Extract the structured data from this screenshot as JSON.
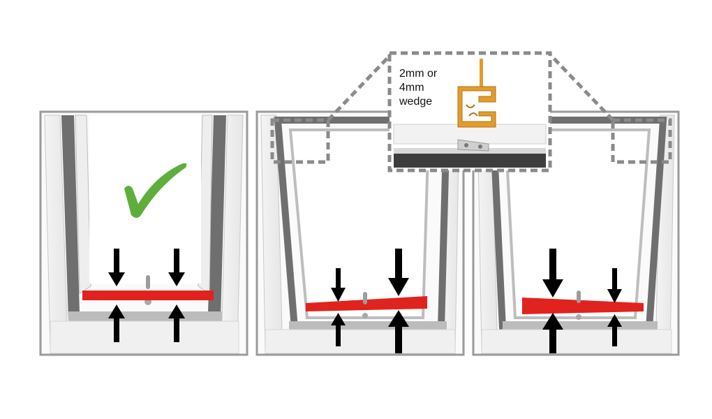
{
  "callout": {
    "lines": [
      "2mm or",
      "4mm",
      "wedge"
    ]
  },
  "panels": [
    {
      "id": "panel-level",
      "status": "correct",
      "check_icon": "checkmark-icon"
    },
    {
      "id": "panel-tilt-right",
      "status": "gap-larger-right"
    },
    {
      "id": "panel-tilt-left",
      "status": "gap-larger-left"
    }
  ],
  "colors": {
    "frame": "#9a9a9a",
    "frame_dark": "#6b6b6b",
    "gap_bar": "#e0231e",
    "check": "#5fae3c",
    "arrow": "#000000",
    "wedge": "#e39b2a",
    "dash": "#8a8a8a"
  }
}
